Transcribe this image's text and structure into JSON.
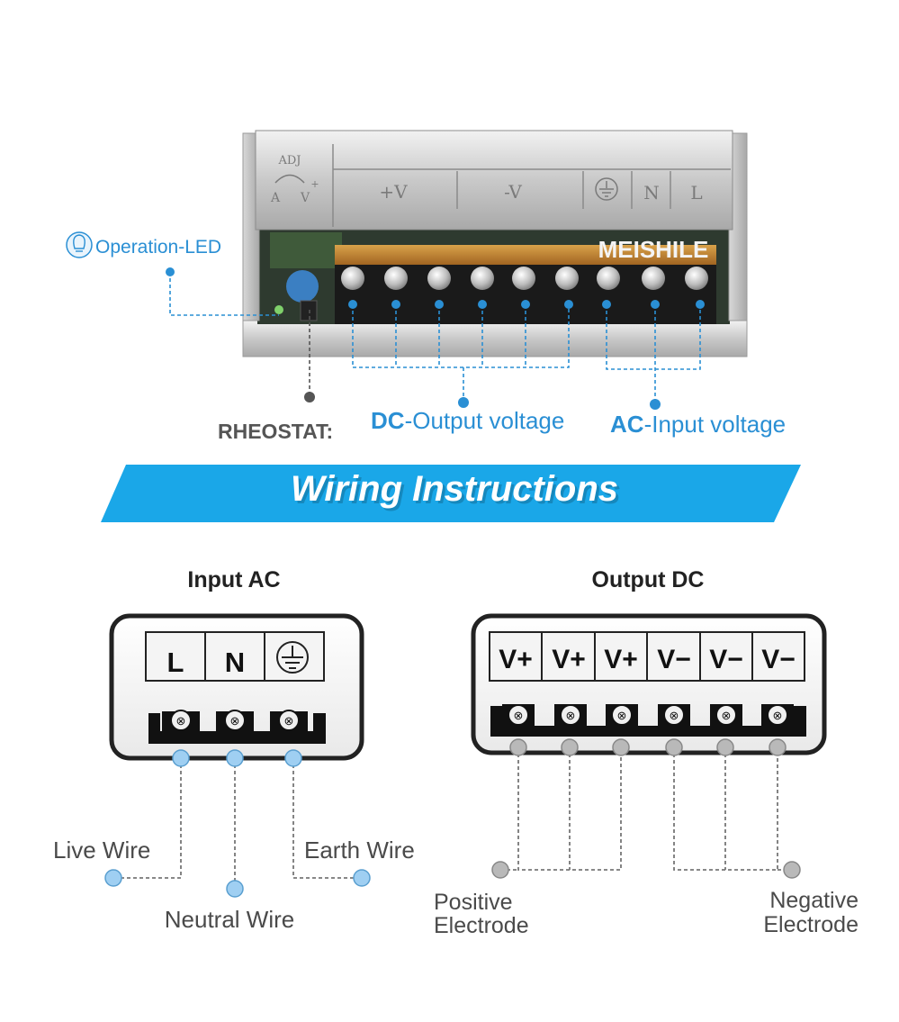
{
  "colors": {
    "accent_blue": "#2a8fd4",
    "banner_blue": "#1aa7e8",
    "led_blue": "#9fcff2",
    "terminal_gray": "#b9b9b9",
    "dark_text": "#222222",
    "label_gray": "#4a4a4a"
  },
  "device": {
    "panel": {
      "adj_label": "ADJ",
      "adj_a": "A",
      "adj_v": "V",
      "adj_plus": "+",
      "vplus": "+V",
      "vminus": "-V",
      "ground_icon": "ground-icon",
      "n": "N",
      "l": "L"
    },
    "brand": "MEISHILE"
  },
  "callouts": {
    "operation_led": "Operation-LED",
    "rheostat": "RHEOSTAT:",
    "dc_prefix": "DC",
    "dc_rest": "-Output voltage",
    "ac_prefix": "AC",
    "ac_rest": "-Input voltage"
  },
  "banner": {
    "title": "Wiring Instructions"
  },
  "input_ac": {
    "title": "Input AC",
    "terminals": [
      "L",
      "N",
      "ground-icon"
    ],
    "wires": {
      "live": "Live Wire",
      "neutral": "Neutral Wire",
      "earth": "Earth Wire"
    }
  },
  "output_dc": {
    "title": "Output DC",
    "terminals": [
      "V+",
      "V+",
      "V+",
      "V−",
      "V−",
      "V−"
    ],
    "positive": [
      "Positive",
      "Electrode"
    ],
    "negative": [
      "Negative",
      "Electrode"
    ]
  }
}
